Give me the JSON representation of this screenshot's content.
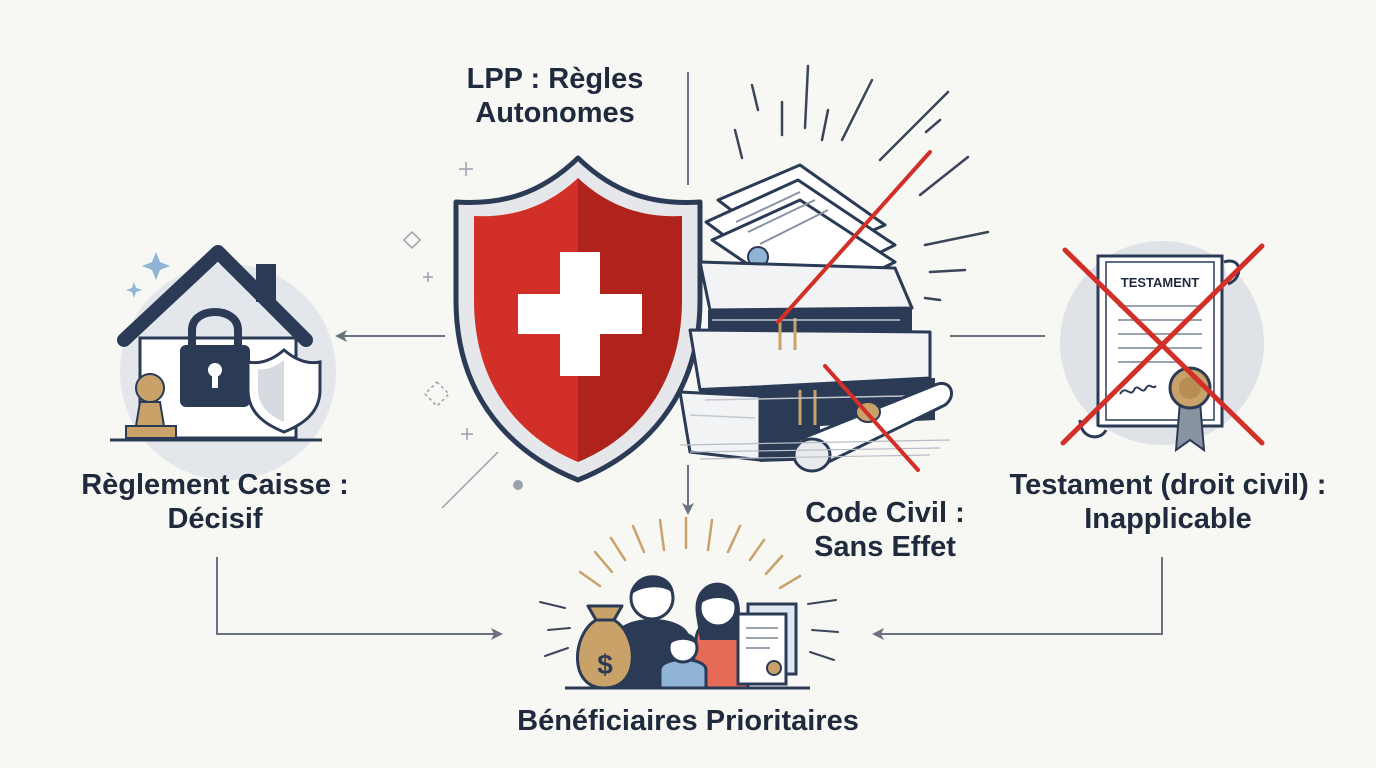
{
  "labels": {
    "lpp": {
      "line1": "LPP : Règles",
      "line2": "Autonomes"
    },
    "reglement": {
      "line1": "Règlement Caisse :",
      "line2": "Décisif"
    },
    "code_civil": {
      "line1": "Code Civil :",
      "line2": "Sans Effet"
    },
    "testament": {
      "line1": "Testament (droit civil) :",
      "line2": "Inapplicable"
    },
    "beneficiaires": {
      "line1": "Bénéficiaires Prioritaires"
    }
  },
  "document_title": "TESTAMENT",
  "dollar_sign": "$",
  "colors": {
    "navy": "#2b3a55",
    "red": "#d12f27",
    "gold": "#c9a26a",
    "gray": "#c9ccd2",
    "arrow": "#6b7380",
    "text": "#1f2a3c",
    "background": "#f7f7f4"
  },
  "icons": [
    "house-lock-icon",
    "shield-icon",
    "swiss-cross-icon",
    "books-icon",
    "scroll-icon",
    "testament-document-icon",
    "family-icon",
    "money-bag-icon",
    "certificate-icon"
  ]
}
